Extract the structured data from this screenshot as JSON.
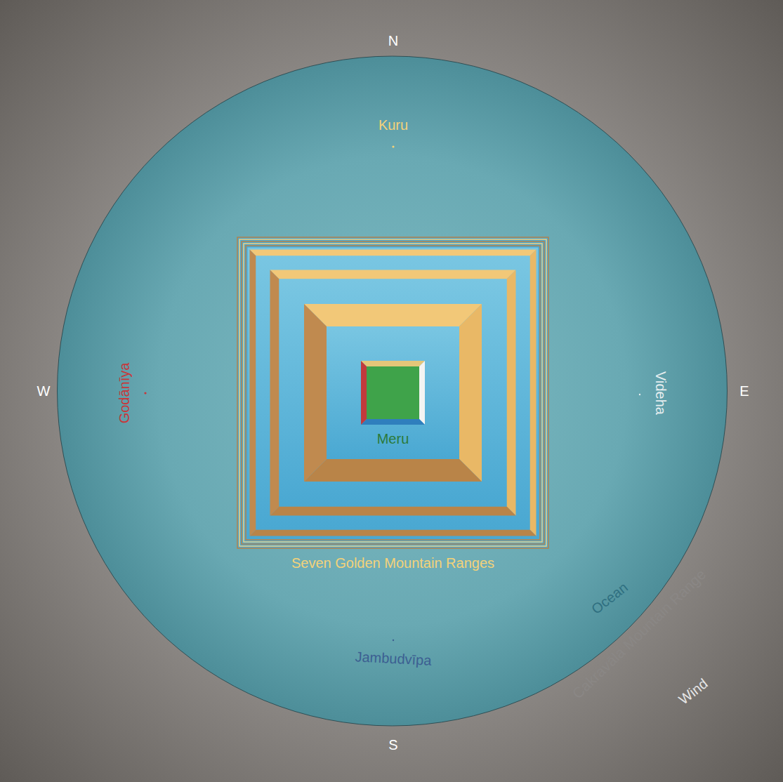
{
  "diagram": {
    "nodes": [
      {
        "text": [
          "Seven Golden Mountain Ranges"
        ]
      },
      {
        "text": [
          "Meru"
        ],
        "in": 0
      }
    ],
    "labels": [
      "N",
      "S",
      "W",
      "E",
      "Kuru",
      "Godānīya",
      "Videha",
      "Jambudvīpa",
      "Ocean",
      "Cakravāla Mountain Range",
      "Wind"
    ]
  }
}
